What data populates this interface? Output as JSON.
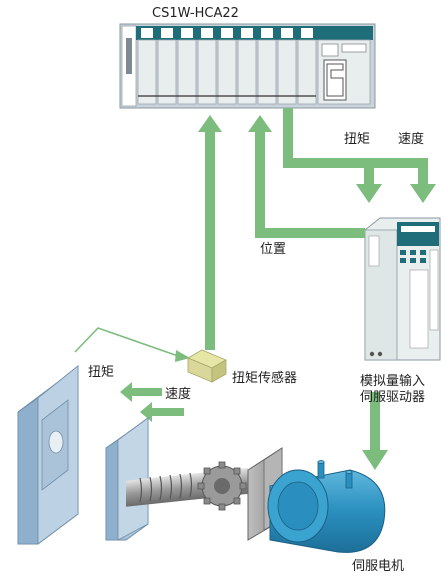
{
  "plc": {
    "model": "CS1W-HCA22"
  },
  "drive": {
    "name_line1": "模拟量输入",
    "name_line2": "伺服驱动器"
  },
  "motor": {
    "name": "伺服电机"
  },
  "sensor": {
    "name": "扭矩传感器"
  },
  "signals": {
    "torque_cmd": "扭矩",
    "speed_cmd": "速度",
    "position_fb": "位置",
    "torque_load": "扭矩",
    "speed_load": "速度"
  },
  "colors": {
    "arrow_green": "#7cbd7e",
    "panel_blue": "#a9c3da",
    "motor_blue": "#2a8fbf",
    "plc_frame": "#c9d3da",
    "sensor_yellow": "#d9d89a"
  }
}
